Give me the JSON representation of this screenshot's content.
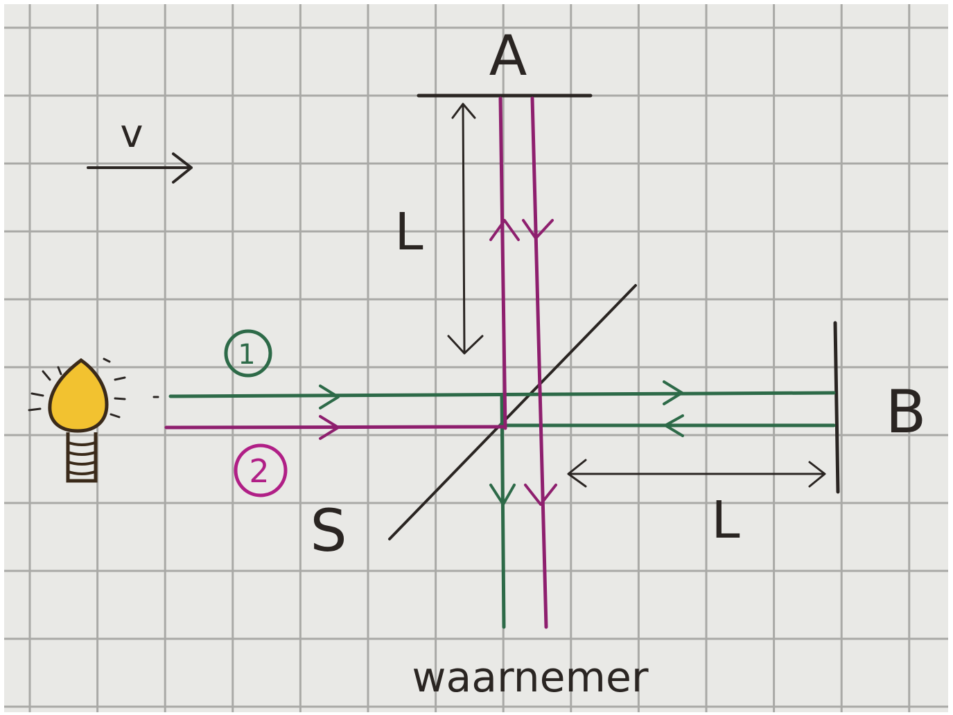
{
  "labels": {
    "velocity": "v",
    "mirror_a": "A",
    "mirror_b": "B",
    "splitter": "S",
    "length_vertical": "L",
    "length_horizontal": "L",
    "beam_1": "1",
    "beam_2": "2",
    "observer": "waarnemer"
  },
  "colors": {
    "paper": "#e9e9e6",
    "grid": "#a9a9a6",
    "ink": "#2a2522",
    "beam_1": "#2d6a48",
    "beam_2": "#8e1f6e",
    "bulb": "#f2c230"
  }
}
